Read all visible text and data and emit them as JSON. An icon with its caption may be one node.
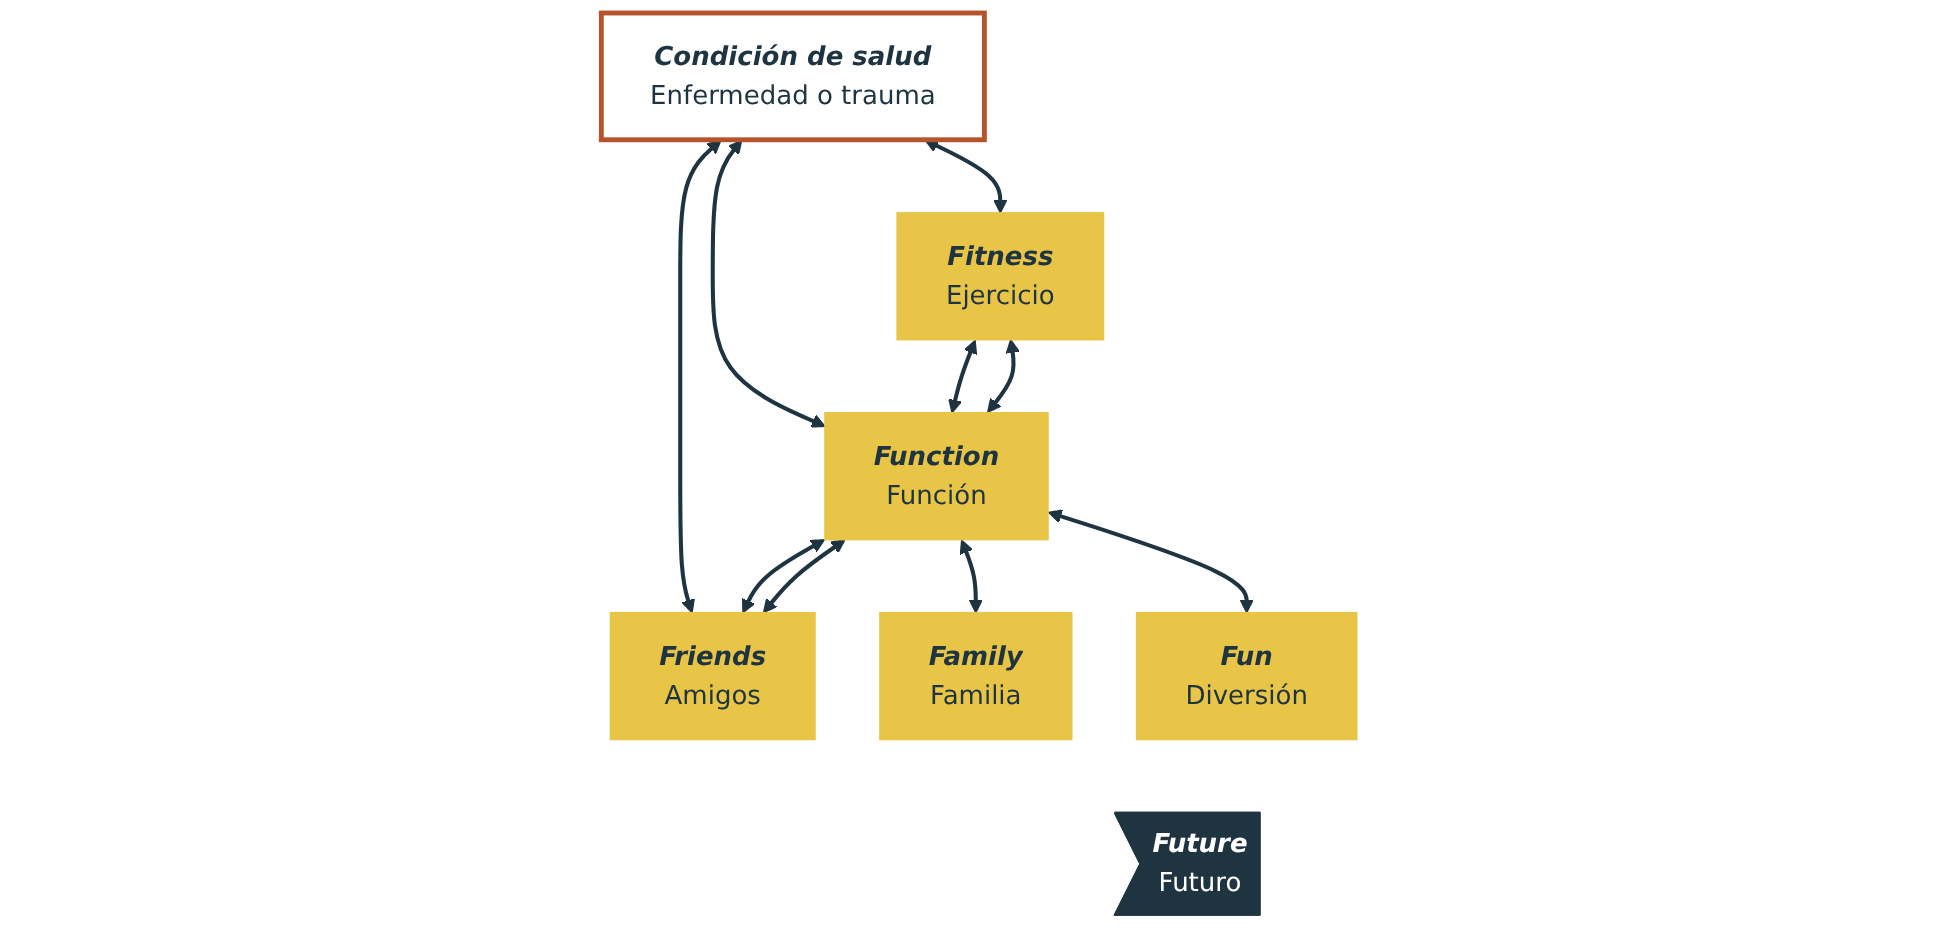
{
  "diagram": {
    "nodes": [
      {
        "text": [
          "Condición de salud",
          "Enfermedad o trauma"
        ]
      },
      {
        "text": [
          "Fitness",
          "Ejercicio"
        ]
      },
      {
        "text": [
          "Function",
          "Función"
        ]
      },
      {
        "text": [
          "Friends",
          "Amigos"
        ]
      },
      {
        "text": [
          "Family",
          "Familia"
        ]
      },
      {
        "text": [
          "Fun",
          "Diversión"
        ]
      },
      {
        "text": [
          "Future",
          "Futuro"
        ]
      }
    ],
    "edges": [
      {
        "from": 0,
        "to": 1,
        "arrow": "both"
      },
      {
        "from": 0,
        "to": 2,
        "arrow": "both"
      },
      {
        "from": 0,
        "to": 3,
        "arrow": "both"
      },
      {
        "from": 1,
        "to": 2,
        "arrow": "both"
      },
      {
        "from": 2,
        "to": 3,
        "arrow": "both"
      },
      {
        "from": 2,
        "to": 1,
        "arrow": "both"
      },
      {
        "from": 2,
        "to": 3,
        "arrow": "both"
      },
      {
        "from": 2,
        "to": 4,
        "arrow": "both"
      },
      {
        "from": 2,
        "to": 5,
        "arrow": "both"
      }
    ]
  }
}
